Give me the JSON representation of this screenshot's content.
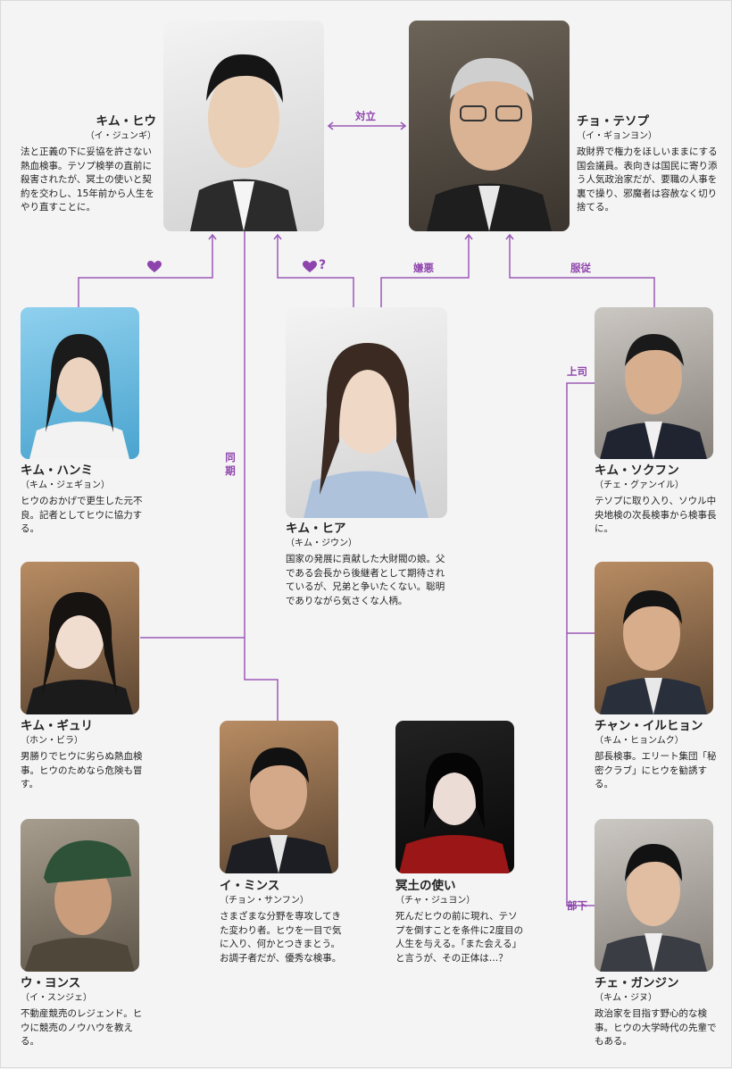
{
  "colors": {
    "line": "#9b59b6",
    "label": "#8e44ad",
    "background": "#f4f4f4"
  },
  "characters": {
    "kim_hiu": {
      "name": "キム・ヒウ",
      "actor": "（イ・ジュンギ）",
      "desc": "法と正義の下に妥協を許さない熱血検事。テソプ検挙の直前に殺害されたが、冥土の使いと契約を交わし、15年前から人生をやり直すことに。"
    },
    "cho_tesop": {
      "name": "チョ・テソプ",
      "actor": "（イ・ギョンヨン）",
      "desc": "政財界で権力をほしいままにする国会議員。表向きは国民に寄り添う人気政治家だが、要職の人事を裏で操り、邪魔者は容赦なく切り捨てる。"
    },
    "kim_hanmi": {
      "name": "キム・ハンミ",
      "actor": "（キム・ジェギョン）",
      "desc": "ヒウのおかげで更生した元不良。記者としてヒウに協力する。"
    },
    "kim_hia": {
      "name": "キム・ヒア",
      "actor": "（キム・ジウン）",
      "desc": "国家の発展に貢献した大財閥の娘。父である会長から後継者として期待されているが、兄弟と争いたくない。聡明でありながら気さくな人柄。"
    },
    "kim_sokfun": {
      "name": "キム・ソクフン",
      "actor": "（チェ・グァンイル）",
      "desc": "テソプに取り入り、ソウル中央地検の次長検事から検事長に。"
    },
    "kim_gyuri": {
      "name": "キム・ギュリ",
      "actor": "（ホン・ビラ）",
      "desc": "男勝りでヒウに劣らぬ熱血検事。ヒウのためなら危険も冒す。"
    },
    "chan_ilhyon": {
      "name": "チャン・イルヒョン",
      "actor": "（キム・ヒョンムク）",
      "desc": "部長検事。エリート集団「秘密クラブ」にヒウを勧誘する。"
    },
    "lee_minsu": {
      "name": "イ・ミンス",
      "actor": "（チョン・サンフン）",
      "desc": "さまざまな分野を専攻してきた変わり者。ヒウを一目で気に入り、何かとつきまとう。お調子者だが、優秀な検事。"
    },
    "meido": {
      "name": "冥土の使い",
      "actor": "（チャ・ジュヨン）",
      "desc": "死んだヒウの前に現れ、テソプを倒すことを条件に2度目の人生を与える。「また会える」と言うが、その正体は…？"
    },
    "u_yonsu": {
      "name": "ウ・ヨンス",
      "actor": "（イ・スンジェ）",
      "desc": "不動産競売のレジェンド。ヒウに競売のノウハウを教える。"
    },
    "che_ganjin": {
      "name": "チェ・ガンジン",
      "actor": "（キム・ジヌ）",
      "desc": "政治家を目指す野心的な検事。ヒウの大学時代の先輩でもある。"
    }
  },
  "relations": {
    "rival": "対立",
    "hate": "嫌悪",
    "obey": "服従",
    "boss": "上司",
    "colleague": "同期",
    "subordinate": "部下",
    "heart_q": "?"
  }
}
